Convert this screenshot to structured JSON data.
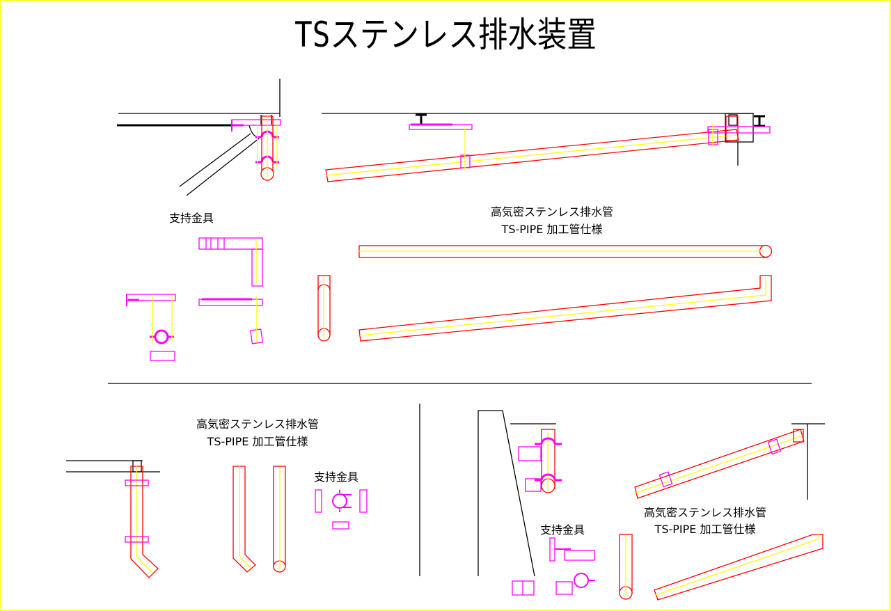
{
  "title": "TSステンレス排水装置",
  "labels": {
    "support_top": "支持金具",
    "pipe_name_top": "高気密ステンレス排水管",
    "pipe_spec_top": "TS-PIPE 加工管仕様",
    "pipe_name_bl": "高気密ステンレス排水管",
    "pipe_spec_bl": "TS-PIPE 加工管仕様",
    "support_bl": "支持金具",
    "pipe_name_br": "高気密ステンレス排水管",
    "pipe_spec_br": "TS-PIPE 加工管仕様",
    "support_br": "支持金具"
  },
  "colors": {
    "pipe": "#ff0000",
    "bracket": "#ff00ff",
    "center": "#ffff00",
    "structure": "#000000",
    "frame": "#ffff33"
  }
}
